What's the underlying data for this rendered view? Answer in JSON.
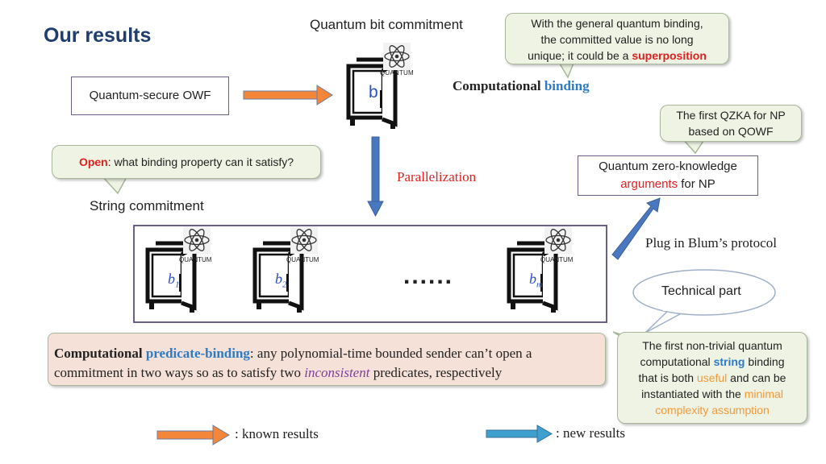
{
  "page_title": "Our results",
  "bit_commitment_label": "Quantum bit commitment",
  "callout_binding": {
    "line1": "With the general quantum binding,",
    "line2": "the committed value is no long",
    "line3_prefix": "unique; it could be a ",
    "line3_highlight": "superposition"
  },
  "comp_binding": {
    "prefix": "Computational ",
    "highlight": "binding"
  },
  "owf_label": "Quantum-secure OWF",
  "vault_label": "QUANTUM",
  "bit_label": "b",
  "callout_qzka": {
    "line1": "The first QZKA for NP",
    "line2": "based on QOWF"
  },
  "callout_open": {
    "prefix": "Open",
    "rest": ": what binding property can it satisfy?"
  },
  "parallelization": "Parallelization",
  "qzk_box": {
    "line1": "Quantum zero-knowledge",
    "line2_highlight": "arguments",
    "line2_rest": " for NP"
  },
  "string_commitment": "String commitment",
  "blum": "Plug in Blum’s protocol",
  "vaults": [
    {
      "base": "b",
      "sub": "1"
    },
    {
      "base": "b",
      "sub": "2"
    },
    {
      "base": "b",
      "sub": "m"
    }
  ],
  "dots": "......",
  "technical_part": "Technical part",
  "predicate": {
    "prefix": "Computational ",
    "highlight": "predicate-binding",
    "text1": ": any polynomial-time bounded sender can’t open a",
    "text2": "commitment in two ways so as to satisfy two ",
    "inconsistent": "inconsistent",
    "text3": " predicates, respectively"
  },
  "callout_string": {
    "line1": "The first non-trivial quantum",
    "line2_prefix": "computational ",
    "line2_string": "string",
    "line2_rest": " binding",
    "line3_prefix": "that is both ",
    "line3_useful": "useful",
    "line3_rest": " and can be",
    "line4_prefix": "instantiated with the ",
    "line4_minimal": "minimal",
    "line5": "complexity assumption"
  },
  "legend": {
    "known": ": known results",
    "new": ": new results"
  },
  "colors": {
    "title": "#1f3d6e",
    "orange_arrow": "#f4863a",
    "blue_arrow": "#4a78c0",
    "callout_bg": "#eef3e3",
    "predicate_bg": "#f5e1d8"
  }
}
